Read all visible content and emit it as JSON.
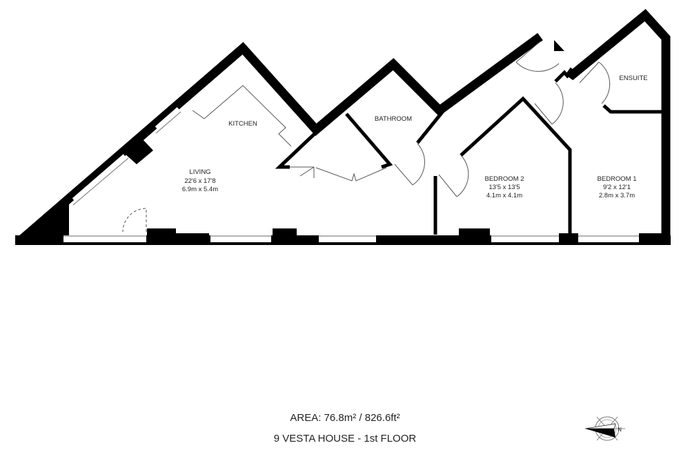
{
  "rooms": {
    "kitchen": {
      "name": "KITCHEN"
    },
    "living": {
      "name": "LIVING",
      "imperial": "22'6 x 17'8",
      "metric": "6.9m x 5.4m"
    },
    "bathroom": {
      "name": "BATHROOM"
    },
    "ensuite": {
      "name": "ENSUITE"
    },
    "bedroom2": {
      "name": "BEDROOM 2",
      "imperial": "13'5 x 13'5",
      "metric": "4.1m x 4.1m"
    },
    "bedroom1": {
      "name": "BEDROOM 1",
      "imperial": "9'2 x 12'1",
      "metric": "2.8m x 3.7m"
    }
  },
  "footer": {
    "area": "AREA: 76.8m² / 826.6ft²",
    "title": "9 VESTA HOUSE - 1st FLOOR"
  },
  "compass": {
    "label": "N",
    "icon": "compass-north-icon"
  },
  "colors": {
    "wall": "#000000",
    "line": "#555555"
  }
}
